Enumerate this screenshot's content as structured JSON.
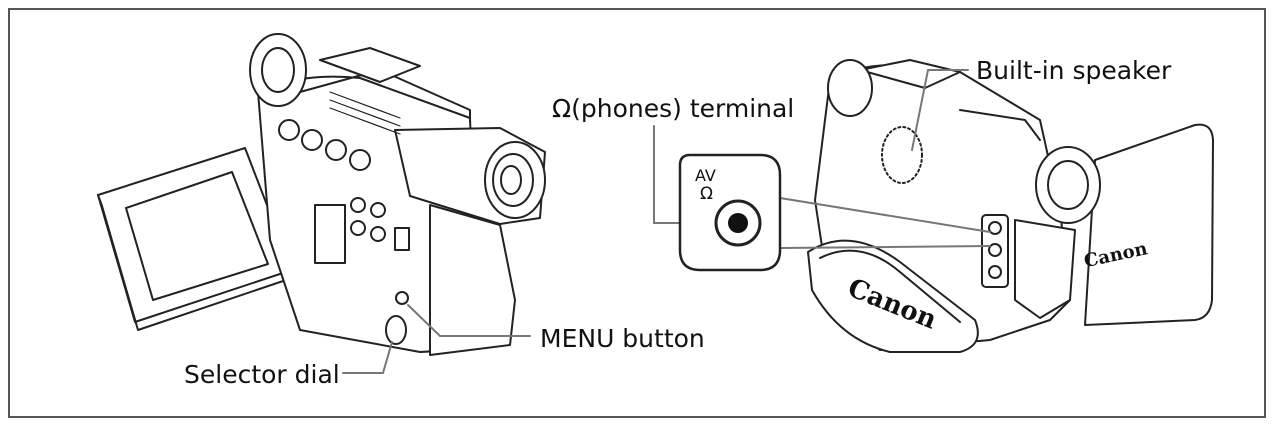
{
  "labels": {
    "built_in_speaker": "Built-in speaker",
    "phones_terminal_icon": "Ω",
    "phones_terminal": "(phones) terminal",
    "av": "AV",
    "menu_button": "MENU button",
    "selector_dial": "Selector dial",
    "brand_strap": "Canon",
    "brand_lcd": "Canon"
  }
}
